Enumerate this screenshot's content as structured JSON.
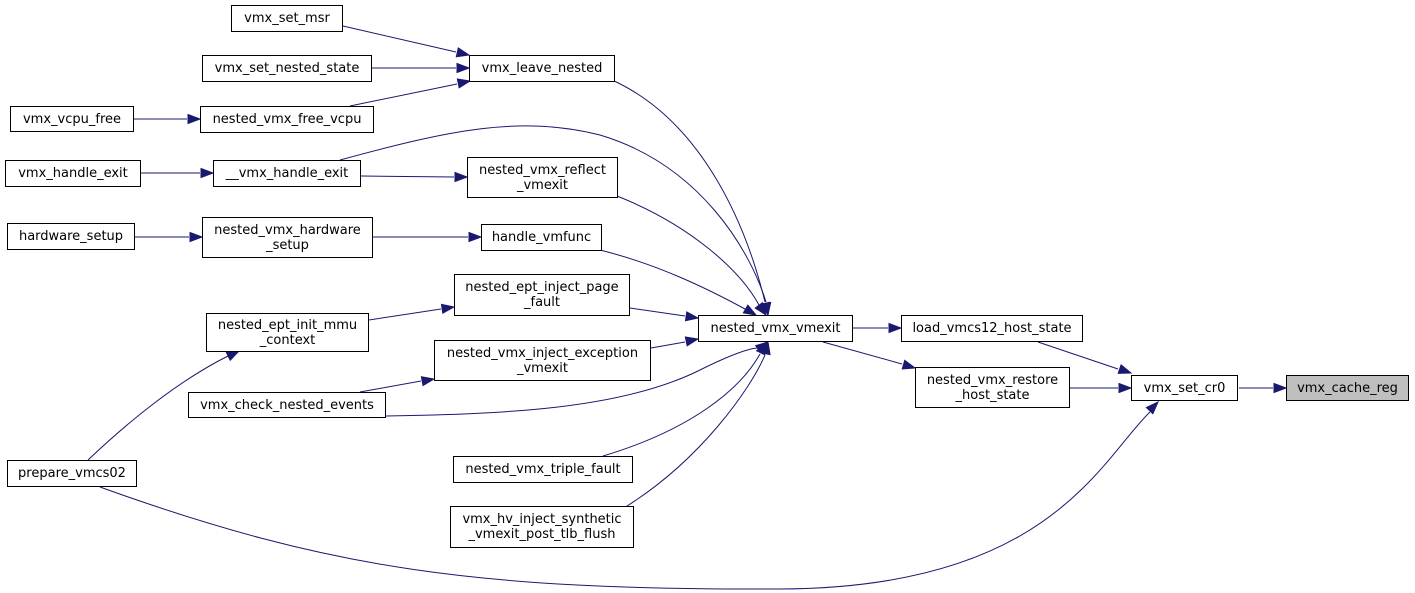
{
  "colors": {
    "edge": "#191970",
    "node_border": "#000000",
    "node_fill": "#ffffff",
    "current_fill": "#bfbfbf"
  },
  "nodes": [
    {
      "id": "vmx_cache_reg",
      "lines": [
        "vmx_cache_reg"
      ],
      "current": true
    },
    {
      "id": "vmx_set_cr0",
      "lines": [
        "vmx_set_cr0"
      ]
    },
    {
      "id": "load_vmcs12_host_state",
      "lines": [
        "load_vmcs12_host_state"
      ]
    },
    {
      "id": "nested_vmx_restore_host_state",
      "lines": [
        "nested_vmx_restore",
        "_host_state"
      ]
    },
    {
      "id": "nested_vmx_vmexit",
      "lines": [
        "nested_vmx_vmexit"
      ]
    },
    {
      "id": "prepare_vmcs02",
      "lines": [
        "prepare_vmcs02"
      ]
    },
    {
      "id": "vmx_leave_nested",
      "lines": [
        "vmx_leave_nested"
      ]
    },
    {
      "id": "nested_vmx_reflect_vmexit",
      "lines": [
        "nested_vmx_reflect",
        "_vmexit"
      ]
    },
    {
      "id": "handle_vmfunc",
      "lines": [
        "handle_vmfunc"
      ]
    },
    {
      "id": "nested_ept_inject_page_fault",
      "lines": [
        "nested_ept_inject_page",
        "_fault"
      ]
    },
    {
      "id": "nested_vmx_inject_exception_vmexit",
      "lines": [
        "nested_vmx_inject_exception",
        "_vmexit"
      ]
    },
    {
      "id": "nested_vmx_triple_fault",
      "lines": [
        "nested_vmx_triple_fault"
      ]
    },
    {
      "id": "vmx_hv_inject_synthetic_vmexit_post_tlb_flush",
      "lines": [
        "vmx_hv_inject_synthetic",
        "_vmexit_post_tlb_flush"
      ]
    },
    {
      "id": "vmx_set_msr",
      "lines": [
        "vmx_set_msr"
      ]
    },
    {
      "id": "vmx_set_nested_state",
      "lines": [
        "vmx_set_nested_state"
      ]
    },
    {
      "id": "nested_vmx_free_vcpu",
      "lines": [
        "nested_vmx_free_vcpu"
      ]
    },
    {
      "id": "vmx_vcpu_free",
      "lines": [
        "vmx_vcpu_free"
      ]
    },
    {
      "id": "__vmx_handle_exit",
      "lines": [
        "__vmx_handle_exit"
      ]
    },
    {
      "id": "vmx_handle_exit",
      "lines": [
        "vmx_handle_exit"
      ]
    },
    {
      "id": "nested_vmx_hardware_setup",
      "lines": [
        "nested_vmx_hardware",
        "_setup"
      ]
    },
    {
      "id": "hardware_setup",
      "lines": [
        "hardware_setup"
      ]
    },
    {
      "id": "nested_ept_init_mmu_context",
      "lines": [
        "nested_ept_init_mmu",
        "_context"
      ]
    },
    {
      "id": "vmx_check_nested_events",
      "lines": [
        "vmx_check_nested_events"
      ]
    }
  ],
  "edges": [
    {
      "from": "vmx_set_cr0",
      "to": "vmx_cache_reg"
    },
    {
      "from": "nested_vmx_restore_host_state",
      "to": "vmx_set_cr0"
    },
    {
      "from": "load_vmcs12_host_state",
      "to": "vmx_set_cr0"
    },
    {
      "from": "prepare_vmcs02",
      "to": "vmx_set_cr0"
    },
    {
      "from": "nested_vmx_vmexit",
      "to": "load_vmcs12_host_state"
    },
    {
      "from": "nested_vmx_vmexit",
      "to": "nested_vmx_restore_host_state"
    },
    {
      "from": "vmx_leave_nested",
      "to": "nested_vmx_vmexit"
    },
    {
      "from": "__vmx_handle_exit",
      "to": "nested_vmx_vmexit"
    },
    {
      "from": "nested_vmx_reflect_vmexit",
      "to": "nested_vmx_vmexit"
    },
    {
      "from": "handle_vmfunc",
      "to": "nested_vmx_vmexit"
    },
    {
      "from": "nested_ept_inject_page_fault",
      "to": "nested_vmx_vmexit"
    },
    {
      "from": "nested_vmx_inject_exception_vmexit",
      "to": "nested_vmx_vmexit"
    },
    {
      "from": "vmx_check_nested_events",
      "to": "nested_vmx_vmexit"
    },
    {
      "from": "nested_vmx_triple_fault",
      "to": "nested_vmx_vmexit"
    },
    {
      "from": "vmx_hv_inject_synthetic_vmexit_post_tlb_flush",
      "to": "nested_vmx_vmexit"
    },
    {
      "from": "vmx_set_msr",
      "to": "vmx_leave_nested"
    },
    {
      "from": "vmx_set_nested_state",
      "to": "vmx_leave_nested"
    },
    {
      "from": "nested_vmx_free_vcpu",
      "to": "vmx_leave_nested"
    },
    {
      "from": "vmx_vcpu_free",
      "to": "nested_vmx_free_vcpu"
    },
    {
      "from": "vmx_handle_exit",
      "to": "__vmx_handle_exit"
    },
    {
      "from": "__vmx_handle_exit",
      "to": "nested_vmx_reflect_vmexit"
    },
    {
      "from": "hardware_setup",
      "to": "nested_vmx_hardware_setup"
    },
    {
      "from": "nested_vmx_hardware_setup",
      "to": "handle_vmfunc"
    },
    {
      "from": "nested_ept_init_mmu_context",
      "to": "nested_ept_inject_page_fault"
    },
    {
      "from": "prepare_vmcs02",
      "to": "nested_ept_init_mmu_context"
    },
    {
      "from": "vmx_check_nested_events",
      "to": "nested_vmx_inject_exception_vmexit"
    }
  ]
}
